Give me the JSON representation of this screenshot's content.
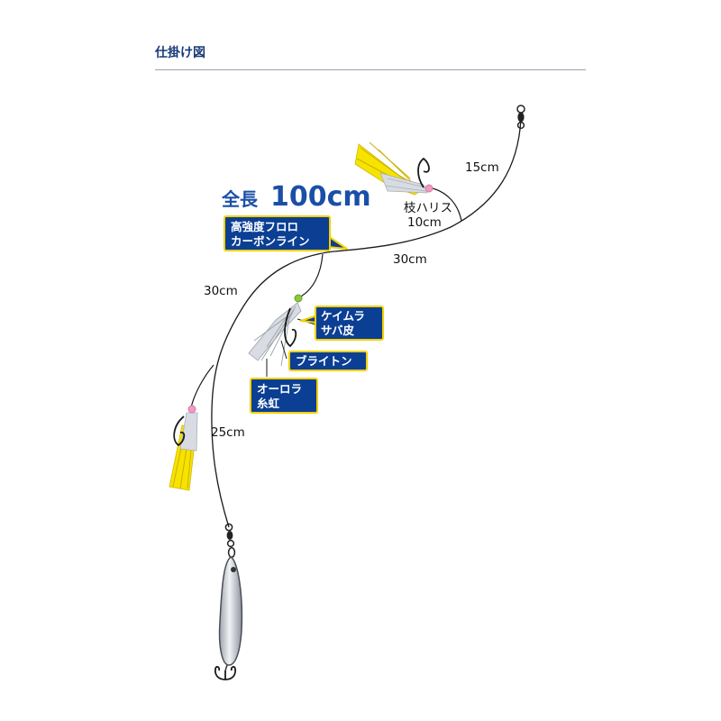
{
  "header": {
    "title": "仕掛け図"
  },
  "total_length": {
    "prefix": "全長",
    "value": "100cm"
  },
  "line_label": {
    "line1": "高強度フロロ",
    "line2": "カーボンライン"
  },
  "dimensions": {
    "top": "15cm",
    "branch_line": "枝ハリス",
    "branch_length": "10cm",
    "middle": "30cm",
    "left": "30cm",
    "bottom": "25cm"
  },
  "tags": {
    "skin": {
      "line1": "ケイムラ",
      "line2": "サバ皮"
    },
    "brighton": {
      "line1": "ブライトン"
    },
    "aurora": {
      "line1": "オーロラ",
      "line2": "糸虹"
    }
  },
  "colors": {
    "label_fill": "#0b3f94",
    "label_border": "#f4d000",
    "title_blue": "#1a4fa8",
    "line": "#1a1a1a",
    "feather_yellow": "#f6e300",
    "bead_pink": "#f09ac4",
    "bead_green": "#8cc63f"
  }
}
